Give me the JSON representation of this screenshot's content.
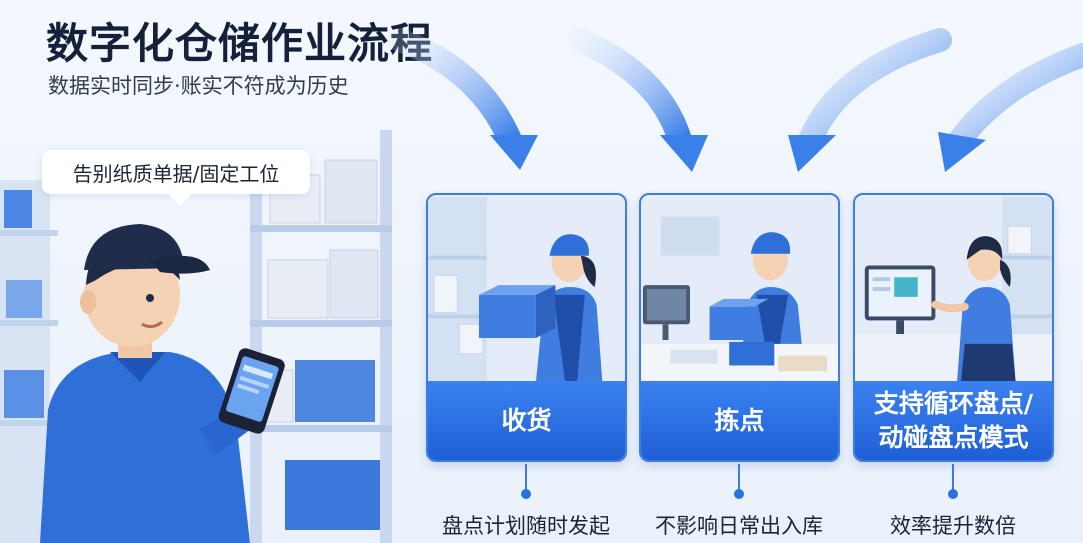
{
  "header": {
    "title": "数字化仓储作业流程",
    "subtitle": "数据实时同步·账实不符成为历史"
  },
  "worker": {
    "bubble_text": "告别纸质单据/固定工位"
  },
  "steps": [
    {
      "label": "收货",
      "caption": "盘点计划随时发起"
    },
    {
      "label": "拣点",
      "caption": "不影响日常出入库"
    },
    {
      "label_line1": "支持循环盘点/",
      "label_line2": "动碰盘点模式",
      "caption": "效率提升数倍"
    }
  ],
  "colors": {
    "accent": "#2a6fe0",
    "card_label": "#3b82f0",
    "title": "#15213a",
    "worker_shirt": "#2f6fd8"
  }
}
